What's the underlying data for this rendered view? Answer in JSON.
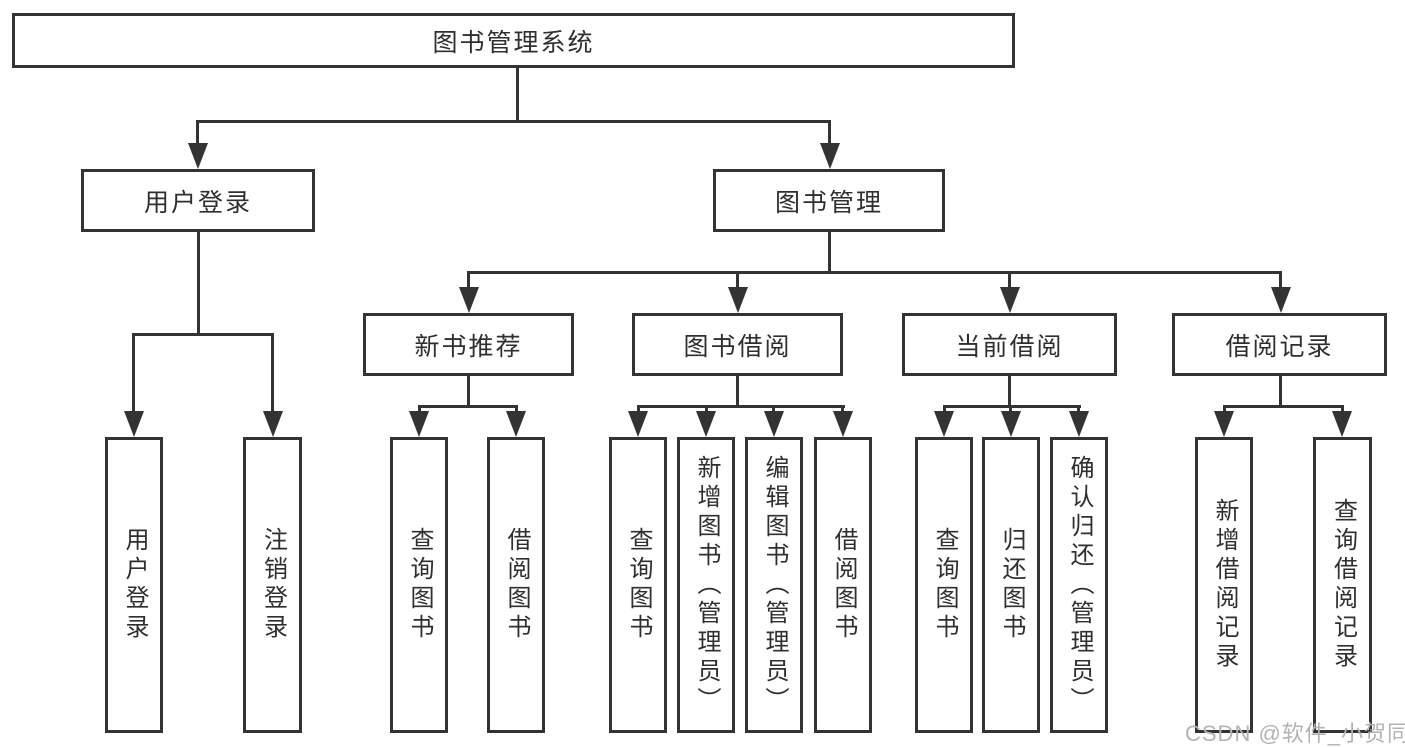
{
  "root": {
    "label": "图书管理系统"
  },
  "branches": {
    "user_login": {
      "label": "用户登录",
      "children": [
        {
          "label": "用户登录"
        },
        {
          "label": "注销登录"
        }
      ]
    },
    "book_mgmt": {
      "label": "图书管理",
      "sections": [
        {
          "label": "新书推荐",
          "children": [
            {
              "label": "查询图书"
            },
            {
              "label": "借阅图书"
            }
          ]
        },
        {
          "label": "图书借阅",
          "children": [
            {
              "label": "查询图书"
            },
            {
              "label": "新增图书（管理员）"
            },
            {
              "label": "编辑图书（管理员）"
            },
            {
              "label": "借阅图书"
            }
          ]
        },
        {
          "label": "当前借阅",
          "children": [
            {
              "label": "查询图书"
            },
            {
              "label": "归还图书"
            },
            {
              "label": "确认归还（管理员）"
            }
          ]
        },
        {
          "label": "借阅记录",
          "children": [
            {
              "label": "新增借阅记录"
            },
            {
              "label": "查询借阅记录"
            }
          ]
        }
      ]
    }
  },
  "watermark": "CSDN @软件_小贺同学",
  "colors": {
    "line": "#333333",
    "text": "#2f2f2f",
    "watermark": "#b3b3b3",
    "background": "#ffffff"
  }
}
